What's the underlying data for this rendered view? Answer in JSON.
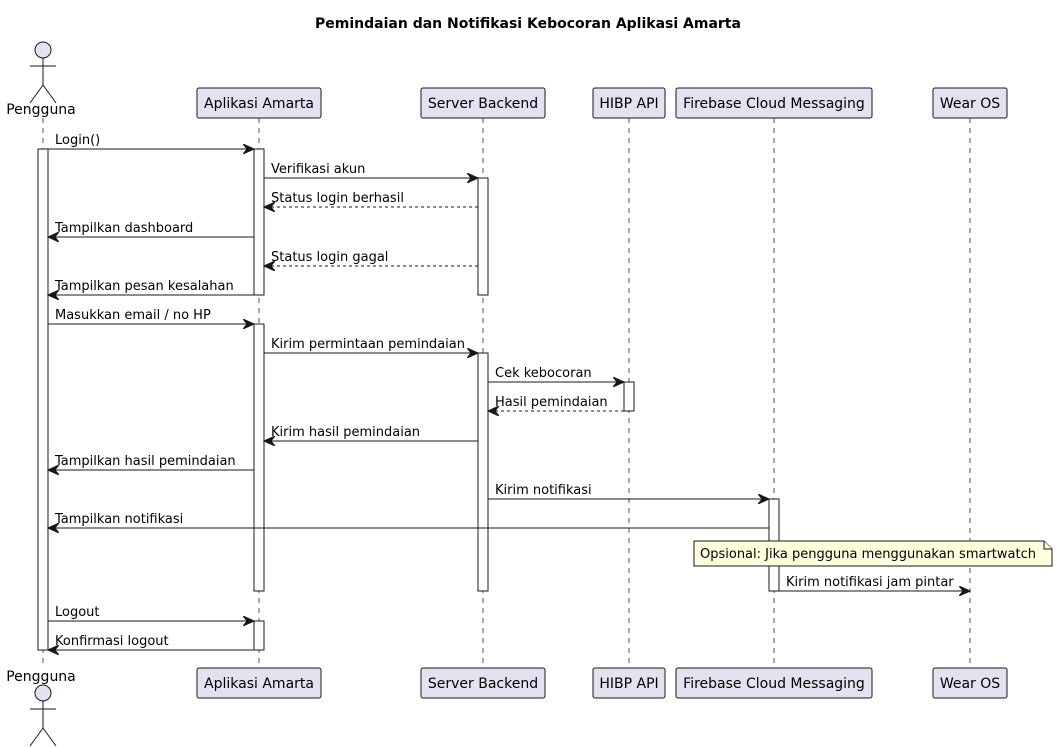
{
  "diagram": {
    "title": "Pemindaian dan Notifikasi Kebocoran Aplikasi Amarta",
    "participants": [
      {
        "id": "user",
        "label": "Pengguna",
        "kind": "actor"
      },
      {
        "id": "app",
        "label": "Aplikasi Amarta",
        "kind": "box"
      },
      {
        "id": "server",
        "label": "Server Backend",
        "kind": "box"
      },
      {
        "id": "hibp",
        "label": "HIBP API",
        "kind": "box"
      },
      {
        "id": "fcm",
        "label": "Firebase Cloud Messaging",
        "kind": "box"
      },
      {
        "id": "wear",
        "label": "Wear OS",
        "kind": "box"
      }
    ],
    "messages": [
      {
        "from": "user",
        "to": "app",
        "label": "Login()",
        "style": "solid"
      },
      {
        "from": "app",
        "to": "server",
        "label": "Verifikasi akun",
        "style": "solid"
      },
      {
        "from": "server",
        "to": "app",
        "label": "Status login berhasil",
        "style": "dashed"
      },
      {
        "from": "app",
        "to": "user",
        "label": "Tampilkan dashboard",
        "style": "solid"
      },
      {
        "from": "server",
        "to": "app",
        "label": "Status login gagal",
        "style": "dashed"
      },
      {
        "from": "app",
        "to": "user",
        "label": "Tampilkan pesan kesalahan",
        "style": "solid"
      },
      {
        "from": "user",
        "to": "app",
        "label": "Masukkan email / no HP",
        "style": "solid"
      },
      {
        "from": "app",
        "to": "server",
        "label": "Kirim permintaan pemindaian",
        "style": "solid"
      },
      {
        "from": "server",
        "to": "hibp",
        "label": "Cek kebocoran",
        "style": "solid"
      },
      {
        "from": "hibp",
        "to": "server",
        "label": "Hasil pemindaian",
        "style": "dashed"
      },
      {
        "from": "server",
        "to": "app",
        "label": "Kirim hasil pemindaian",
        "style": "solid"
      },
      {
        "from": "app",
        "to": "user",
        "label": "Tampilkan hasil pemindaian",
        "style": "solid"
      },
      {
        "from": "server",
        "to": "fcm",
        "label": "Kirim notifikasi",
        "style": "solid"
      },
      {
        "from": "fcm",
        "to": "user",
        "label": "Tampilkan notifikasi",
        "style": "solid"
      },
      {
        "from": "fcm",
        "to": "wear",
        "label": "Kirim notifikasi jam pintar",
        "style": "solid"
      },
      {
        "from": "user",
        "to": "app",
        "label": "Logout",
        "style": "solid"
      },
      {
        "from": "app",
        "to": "user",
        "label": "Konfirmasi logout",
        "style": "solid"
      }
    ],
    "note": {
      "over": "fcm",
      "text": "Opsional: Jika pengguna menggunakan smartwatch"
    }
  }
}
